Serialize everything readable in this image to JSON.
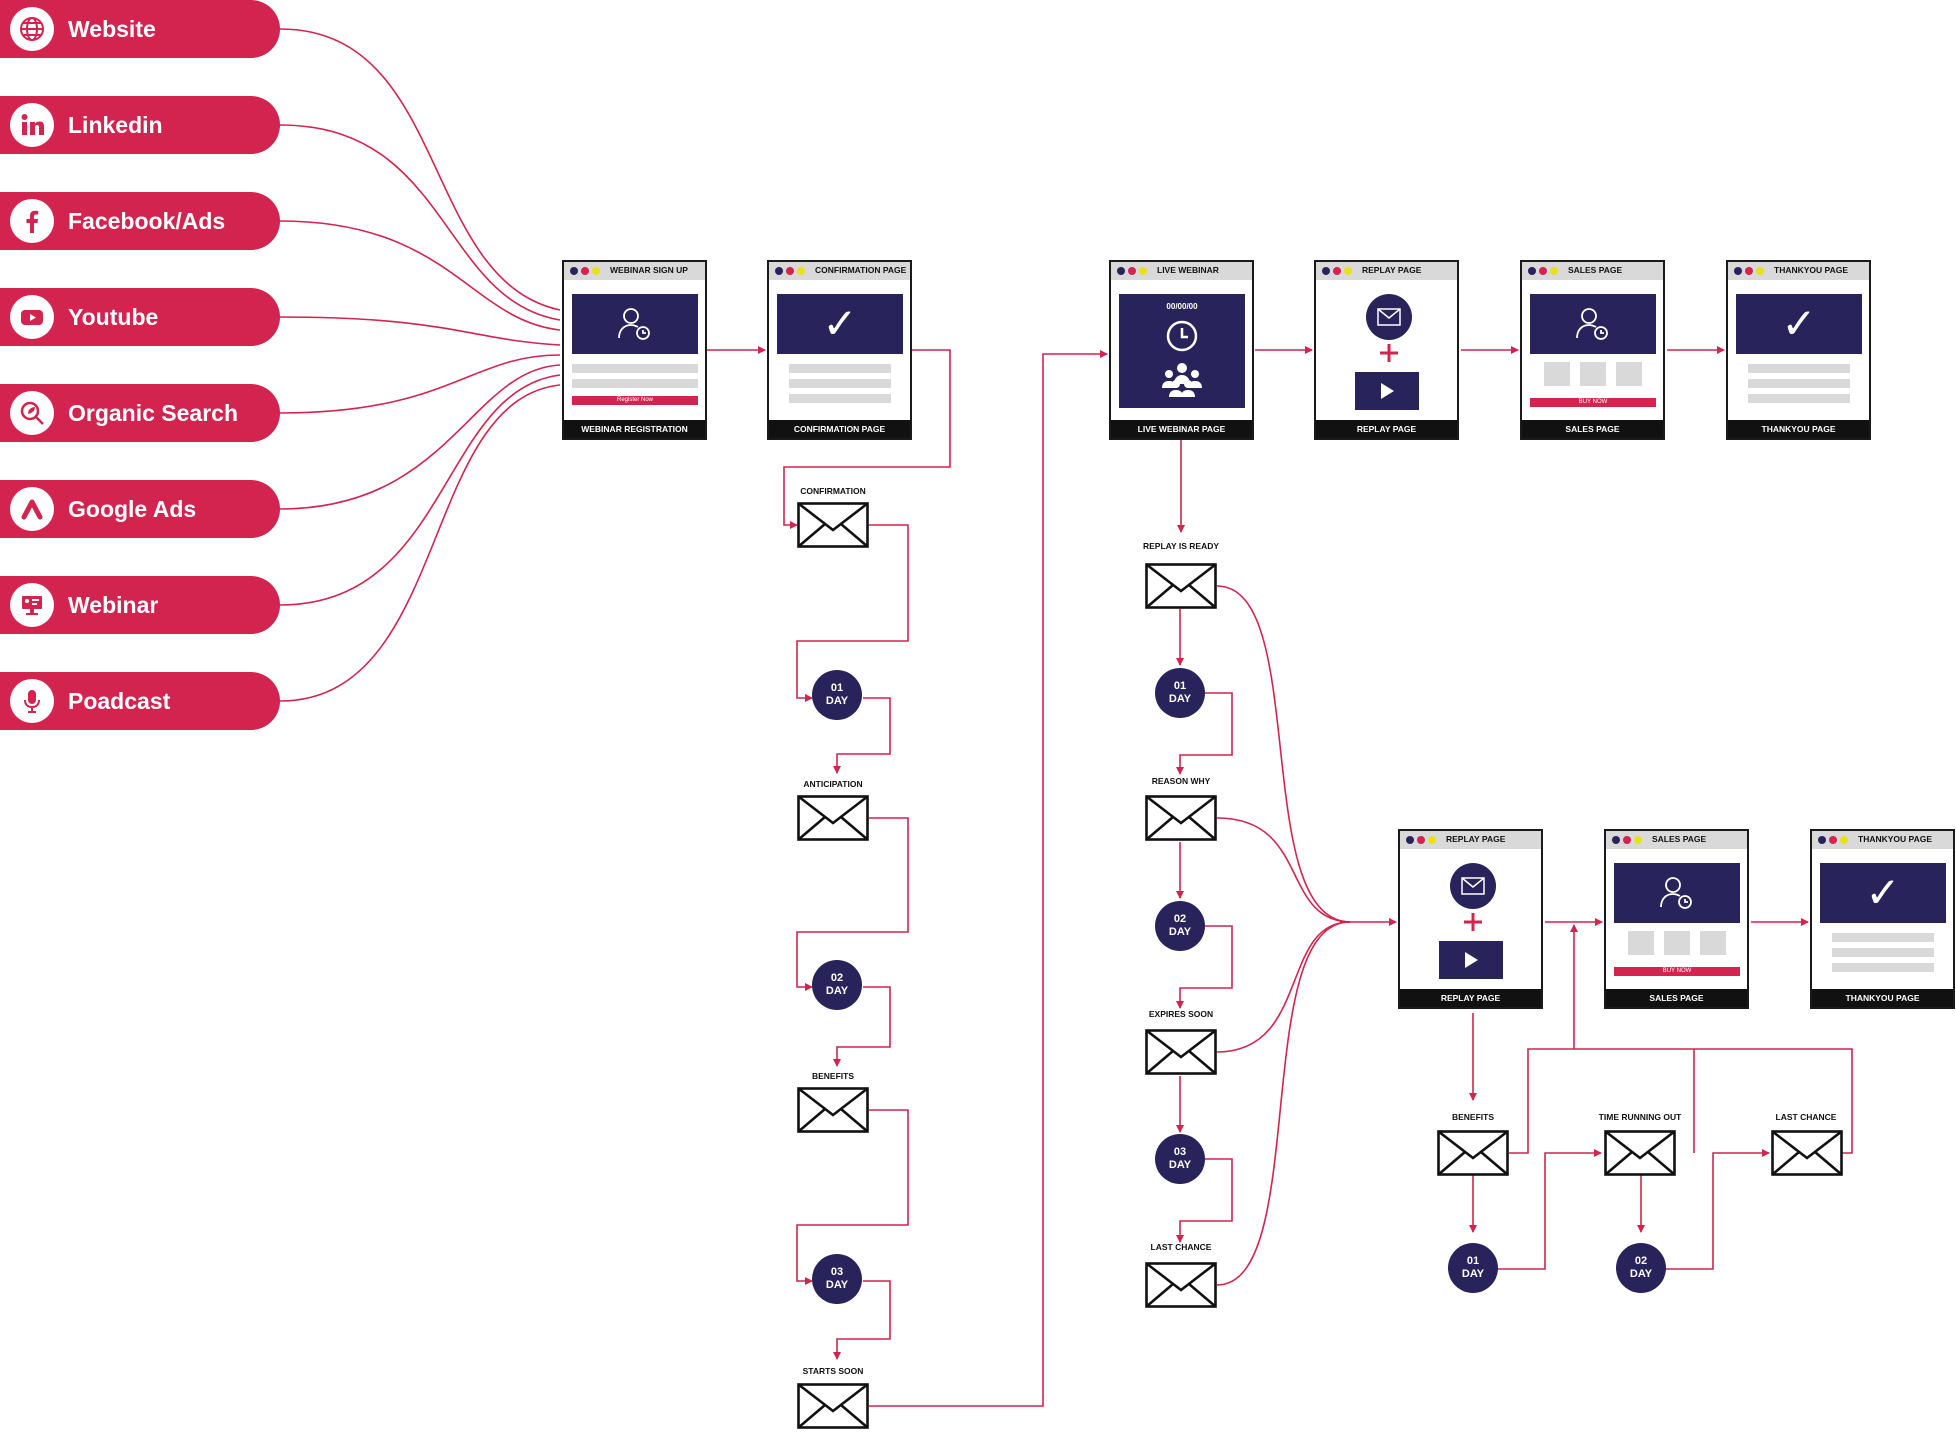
{
  "colors": {
    "brand": "#d3234f",
    "navy": "#29235c",
    "dark": "#111111",
    "gray": "#d9d9d9"
  },
  "sources": [
    {
      "label": "Website",
      "icon": "globe-icon"
    },
    {
      "label": "Linkedin",
      "icon": "linkedin-icon"
    },
    {
      "label": "Facebook/Ads",
      "icon": "facebook-icon"
    },
    {
      "label": "Youtube",
      "icon": "youtube-icon"
    },
    {
      "label": "Organic Search",
      "icon": "organic-search-icon"
    },
    {
      "label": "Google Ads",
      "icon": "google-ads-icon"
    },
    {
      "label": "Webinar",
      "icon": "webinar-icon"
    },
    {
      "label": "Poadcast",
      "icon": "microphone-icon"
    }
  ],
  "pages": {
    "registration": {
      "title": "WEBINAR SIGN UP",
      "footer": "WEBINAR REGISTRATION",
      "button": "Register Now"
    },
    "confirmation": {
      "title": "CONFIRMATION PAGE",
      "footer": "CONFIRMATION PAGE"
    },
    "live": {
      "title": "LIVE WEBINAR",
      "footer": "LIVE WEBINAR PAGE",
      "timer": "00/00/00"
    },
    "replay1": {
      "title": "REPLAY PAGE",
      "footer": "REPLAY PAGE"
    },
    "sales1": {
      "title": "SALES PAGE",
      "footer": "SALES PAGE",
      "button": "BUY NOW"
    },
    "thanks1": {
      "title": "THANKYOU PAGE",
      "footer": "THANKYOU PAGE"
    },
    "replay2": {
      "title": "REPLAY PAGE",
      "footer": "REPLAY PAGE"
    },
    "sales2": {
      "title": "SALES PAGE",
      "footer": "SALES PAGE",
      "button": "BUY NOW"
    },
    "thanks2": {
      "title": "THANKYOU PAGE",
      "footer": "THANKYOU PAGE"
    }
  },
  "emails": {
    "confirmation": "CONFIRMATION",
    "anticipation": "ANTICIPATION",
    "benefits_a": "BENEFITS",
    "starts_soon": "STARTS SOON",
    "replay_ready": "REPLAY IS READY",
    "reason_why": "REASON WHY",
    "expires_soon": "EXPIRES SOON",
    "last_chance_a": "LAST CHANCE",
    "benefits_b": "BENEFITS",
    "time_running_out": "TIME RUNNING OUT",
    "last_chance_b": "LAST CHANCE"
  },
  "days": {
    "a1": {
      "num": "01",
      "unit": "DAY"
    },
    "a2": {
      "num": "02",
      "unit": "DAY"
    },
    "a3": {
      "num": "03",
      "unit": "DAY"
    },
    "b1": {
      "num": "01",
      "unit": "DAY"
    },
    "b2": {
      "num": "02",
      "unit": "DAY"
    },
    "b3": {
      "num": "03",
      "unit": "DAY"
    },
    "c1": {
      "num": "01",
      "unit": "DAY"
    },
    "c2": {
      "num": "02",
      "unit": "DAY"
    }
  }
}
